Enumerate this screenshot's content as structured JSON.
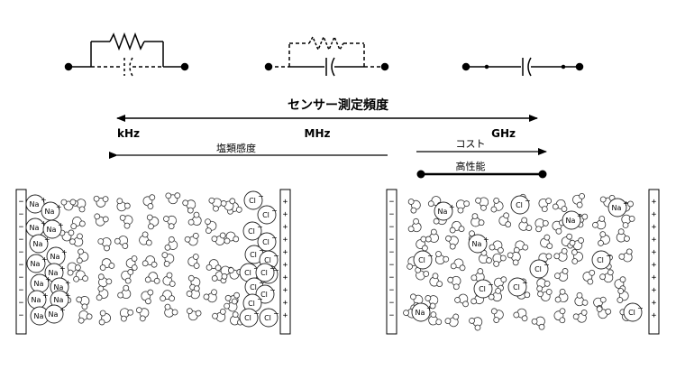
{
  "title": "センサー測定頻度",
  "frequency_labels": {
    "low": "kHz",
    "mid": "MHz",
    "high": "GHz"
  },
  "arrows": {
    "salinity": "塩類感度",
    "cost": "コスト",
    "performance": "高性能"
  },
  "ions": {
    "sodium": "Na",
    "chloride": "Cl",
    "plus": "+",
    "minus": "−"
  },
  "colors": {
    "line": "#000000",
    "water": "#ffffff",
    "stroke": "#222222"
  },
  "left_panel": {
    "electrode_left_sign": "−",
    "electrode_right_sign": "+",
    "na_count": 14,
    "cl_count": 14
  },
  "right_panel": {
    "electrode_left_sign": "−",
    "electrode_right_sign": "+"
  }
}
